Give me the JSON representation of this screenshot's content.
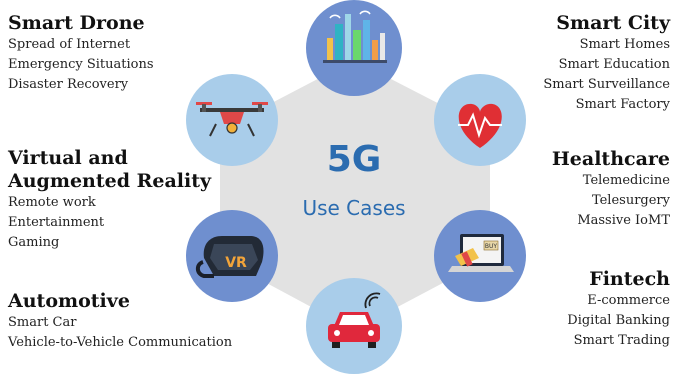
{
  "hub": {
    "title": "5G",
    "subtitle": "Use Cases"
  },
  "colors": {
    "hexagon": "#e2e2e2",
    "circle_light": "#a9cdea",
    "circle_dark": "#6f8fcf",
    "accent_blue": "#2b6cb0"
  },
  "sections": [
    {
      "id": "drone",
      "title_lines": [
        "Smart Drone"
      ],
      "items": [
        "Spread of Internet",
        "Emergency Situations",
        "Disaster Recovery"
      ],
      "icon": "drone-icon"
    },
    {
      "id": "vr",
      "title_lines": [
        "Virtual and",
        "Augmented Reality"
      ],
      "items": [
        "Remote work",
        "Entertainment",
        "Gaming"
      ],
      "icon": "vr-headset-icon"
    },
    {
      "id": "automotive",
      "title_lines": [
        "Automotive"
      ],
      "items": [
        "Smart Car",
        "Vehicle-to-Vehicle Communication"
      ],
      "icon": "car-icon"
    },
    {
      "id": "city",
      "title_lines": [
        "Smart City"
      ],
      "items": [
        "Smart Homes",
        "Smart Education",
        "Smart Surveillance",
        "Smart Factory"
      ],
      "icon": "city-icon"
    },
    {
      "id": "health",
      "title_lines": [
        "Healthcare"
      ],
      "items": [
        "Telemedicine",
        "Telesurgery",
        "Massive IoMT"
      ],
      "icon": "heart-pulse-icon"
    },
    {
      "id": "fintech",
      "title_lines": [
        "Fintech"
      ],
      "items": [
        "E-commerce",
        "Digital Banking",
        "Smart Trading"
      ],
      "icon": "online-shopping-icon"
    }
  ],
  "icon_labels": {
    "shopping_button": "BUY",
    "vr_mark": "VR"
  }
}
